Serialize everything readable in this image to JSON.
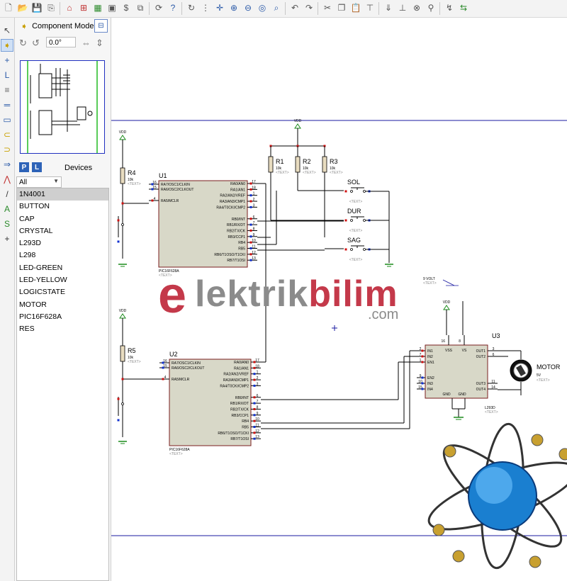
{
  "toolbar": {
    "icons": [
      "new-file-icon",
      "open-folder-icon",
      "save-icon",
      "import-icon",
      "home-icon",
      "schematic-icon",
      "pcb-icon",
      "gerber-icon",
      "bom-icon",
      "design-explorer-icon",
      "rotate-icon",
      "help-icon",
      "refresh-icon",
      "grid-icon",
      "origin-icon",
      "zoom-in-icon",
      "zoom-out-icon",
      "zoom-all-icon",
      "zoom-area-icon",
      "undo-icon",
      "redo-icon",
      "cut-icon",
      "copy-icon",
      "paste-icon",
      "block-copy-icon",
      "block-move-icon",
      "block-rotate-icon",
      "block-delete-icon",
      "pick-device-icon",
      "make-device-icon",
      "wire-autorouter-icon"
    ]
  },
  "panel": {
    "mode_label": "Component Mode",
    "angle_value": "0.0°",
    "devices_title": "Devices",
    "pick_letter": "P",
    "library_letter": "L",
    "filter_value": "All",
    "devices": [
      "1N4001",
      "BUTTON",
      "CAP",
      "CRYSTAL",
      "L293D",
      "L298",
      "LED-GREEN",
      "LED-YELLOW",
      "LOGICSTATE",
      "MOTOR",
      "PIC16F628A",
      "RES"
    ],
    "selected_device": "1N4001"
  },
  "schematic": {
    "u1": {
      "ref": "U1",
      "part": "PIC16F628A",
      "text": "<TEXT>",
      "left_pins": [
        {
          "n": "16",
          "name": "RA7/OSC1/CLKIN"
        },
        {
          "n": "15",
          "name": "RA6/OSC2/CLKOUT"
        },
        {
          "n": "4",
          "name": "RA5/MCLR"
        }
      ],
      "right_pins": [
        {
          "n": "17",
          "name": "RA0/AN0"
        },
        {
          "n": "18",
          "name": "RA1/AN1"
        },
        {
          "n": "1",
          "name": "RA2/AN2/VREF"
        },
        {
          "n": "2",
          "name": "RA3/AN3/CMP1"
        },
        {
          "n": "3",
          "name": "RA4/T0CKI/CMP2"
        },
        {
          "n": "6",
          "name": "RB0/INT"
        },
        {
          "n": "7",
          "name": "RB1/RX/DT"
        },
        {
          "n": "8",
          "name": "RB2/TX/CK"
        },
        {
          "n": "9",
          "name": "RB3/CCP1"
        },
        {
          "n": "10",
          "name": "RB4"
        },
        {
          "n": "11",
          "name": "RB5"
        },
        {
          "n": "12",
          "name": "RB6/T1OSO/T1CKI"
        },
        {
          "n": "13",
          "name": "RB7/T1OSI"
        }
      ]
    },
    "u2": {
      "ref": "U2",
      "part": "PIC16F628A",
      "text": "<TEXT>",
      "left_pins": [
        {
          "n": "16",
          "name": "RA7/OSC1/CLKIN"
        },
        {
          "n": "15",
          "name": "RA6/OSC2/CLKOUT"
        },
        {
          "n": "4",
          "name": "RA5/MCLR"
        }
      ],
      "right_pins": [
        {
          "n": "17",
          "name": "RA0/AN0"
        },
        {
          "n": "18",
          "name": "RA1/AN1"
        },
        {
          "n": "1",
          "name": "RA2/AN2/VREF"
        },
        {
          "n": "2",
          "name": "RA3/AN3/CMP1"
        },
        {
          "n": "3",
          "name": "RA4/T0CKI/CMP2"
        },
        {
          "n": "6",
          "name": "RB0/INT"
        },
        {
          "n": "7",
          "name": "RB1/RX/DT"
        },
        {
          "n": "8",
          "name": "RB2/TX/CK"
        },
        {
          "n": "9",
          "name": "RB3/CCP1"
        },
        {
          "n": "10",
          "name": "RB4"
        },
        {
          "n": "11",
          "name": "RB5"
        },
        {
          "n": "12",
          "name": "RB6/T1OSO/T1CKI"
        },
        {
          "n": "13",
          "name": "RB7/T1OSI"
        }
      ]
    },
    "u3": {
      "ref": "U3",
      "part": "L293D",
      "text": "<TEXT>",
      "left_pins": [
        {
          "n": "2",
          "name": "IN1"
        },
        {
          "n": "7",
          "name": "IN2"
        },
        {
          "n": "1",
          "name": "EN1"
        },
        {
          "n": "9",
          "name": "EN2"
        },
        {
          "n": "10",
          "name": "IN3"
        },
        {
          "n": "15",
          "name": "IN4"
        }
      ],
      "right_pins": [
        {
          "n": "3",
          "name": "OUT1"
        },
        {
          "n": "6",
          "name": "OUT2"
        },
        {
          "n": "11",
          "name": "OUT3"
        },
        {
          "n": "14",
          "name": "OUT4"
        }
      ],
      "top_pins": [
        {
          "n": "16",
          "name": "VSS"
        },
        {
          "n": "8",
          "name": "VS"
        }
      ],
      "bottom_labels": [
        "GND",
        "GND"
      ]
    },
    "resistors": [
      {
        "ref": "R1",
        "value": "10k",
        "text": "<TEXT>"
      },
      {
        "ref": "R2",
        "value": "10k",
        "text": "<TEXT>"
      },
      {
        "ref": "R3",
        "value": "10k",
        "text": "<TEXT>"
      },
      {
        "ref": "R4",
        "value": "10k",
        "text": "<TEXT>"
      },
      {
        "ref": "R5",
        "value": "10k",
        "text": "<TEXT>"
      }
    ],
    "buttons": [
      {
        "label": "SOL",
        "text": "<TEXT>"
      },
      {
        "label": "DUR",
        "text": "<TEXT>"
      },
      {
        "label": "SAG",
        "text": "<TEXT>"
      }
    ],
    "vdd_label": "VDD",
    "power_label": "9 VOLT",
    "power_text": "<TEXT>",
    "motor": {
      "ref": "MOTOR",
      "value": "5V",
      "text": "<TEXT>"
    }
  },
  "watermark": {
    "e": "e",
    "lektrik": "lektrik",
    "bilim": "bilim",
    "com": ".com"
  },
  "colors": {
    "pin_red": "#d01010",
    "pin_blue": "#1030d0",
    "chip_fill": "#d8d8c8",
    "chip_stroke": "#7a1e1e",
    "wire": "#000000",
    "sheet_border": "#1a1aa0",
    "power": "#1a8a1a",
    "resistor_fill": "#e8dcc0"
  }
}
